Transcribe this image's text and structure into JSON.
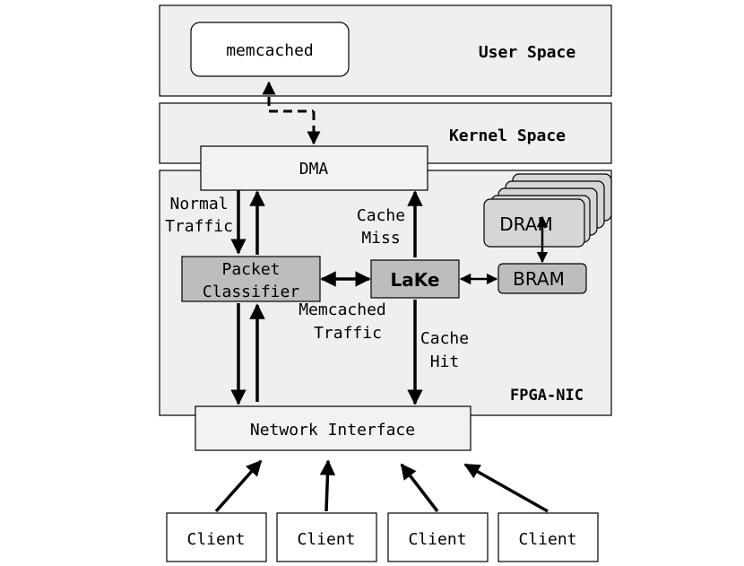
{
  "regions": {
    "user_space": "User Space",
    "kernel_space": "Kernel Space",
    "fpga_nic": "FPGA-NIC"
  },
  "components": {
    "memcached": "memcached",
    "dma": "DMA",
    "packet_classifier_line1": "Packet",
    "packet_classifier_line2": "Classifier",
    "lake": "LaKe",
    "bram": "BRAM",
    "dram": "DRAM",
    "network_interface": "Network Interface"
  },
  "edge_labels": {
    "normal_traffic_line1": "Normal",
    "normal_traffic_line2": "Traffic",
    "cache_miss_line1": "Cache",
    "cache_miss_line2": "Miss",
    "memcached_traffic_line1": "Memcached",
    "memcached_traffic_line2": "Traffic",
    "cache_hit_line1": "Cache",
    "cache_hit_line2": "Hit"
  },
  "clients": [
    "Client",
    "Client",
    "Client",
    "Client"
  ],
  "colors": {
    "region_fill": "#efefef",
    "component_fill": "#bdbdbd",
    "dram_fill": "#d6d6d6",
    "stroke": "#000000"
  }
}
